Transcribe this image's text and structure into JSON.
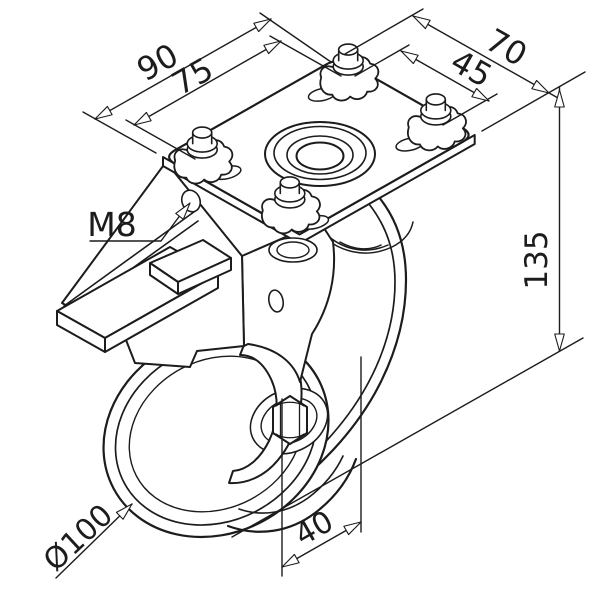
{
  "drawing": {
    "type": "technical-line-drawing",
    "subject": "swivel caster with brake and top mounting plate, isometric view",
    "background_color": "#ffffff",
    "line_color": "#1c1c1c",
    "dimensions": {
      "plate_length": "90",
      "bolt_spacing_length": "75",
      "plate_width": "70",
      "bolt_spacing_width": "45",
      "overall_height": "135",
      "wheel_width": "40",
      "wheel_diameter": "Ø100",
      "bolt_thread": "M8"
    }
  }
}
